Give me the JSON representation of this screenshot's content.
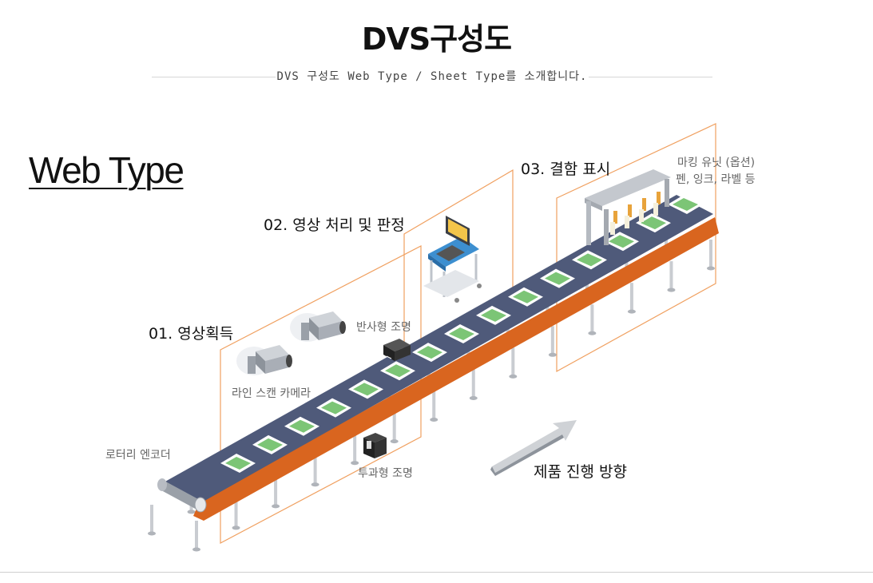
{
  "header": {
    "title": "DVS구성도",
    "subtitle": "DVS 구성도 Web Type / Sheet Type를 소개합니다."
  },
  "section": {
    "heading": "Web Type"
  },
  "diagram": {
    "stages": [
      {
        "id": "stage-1",
        "label": "01. 영상획득"
      },
      {
        "id": "stage-2",
        "label": "02. 영상 처리 및 판정"
      },
      {
        "id": "stage-3",
        "label": "03. 결함 표시"
      }
    ],
    "components": {
      "line_scan_camera": "라인 스캔 카메라",
      "reflective_light": "반사형 조명",
      "transmissive_light": "투과형 조명",
      "rotary_encoder": "로터리 엔코더",
      "marking_unit_line1": "마킹 유닛 (옵션)",
      "marking_unit_line2": "펜, 잉크, 라벨 등"
    },
    "direction_label": "제품 진행 방향",
    "colors": {
      "stage_frame": "#f0a060",
      "belt_top": "#4f5a7a",
      "belt_side": "#d9651f",
      "product_fill": "#7cc576",
      "product_border": "#ffffff",
      "legs": "#c9ccd1",
      "desk": "#3d8fd0",
      "monitor_screen": "#f3c54a"
    }
  }
}
